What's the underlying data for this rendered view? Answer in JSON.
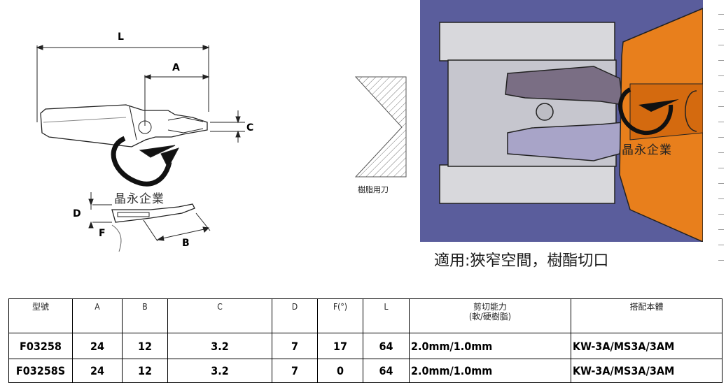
{
  "drawing": {
    "dim_labels": {
      "L": "L",
      "A": "A",
      "C": "C",
      "D": "D",
      "F": "F",
      "B": "B"
    },
    "watermark": "晶永企業"
  },
  "resin_section": {
    "caption": "樹脂用刀"
  },
  "render": {
    "watermark": "晶永企業",
    "bg_color": "#5a5d9c",
    "body_color": "#e87f1c"
  },
  "usage_text": "適用:狹窄空間，樹酯切口",
  "table": {
    "headers": [
      "型號",
      "A",
      "B",
      "C",
      "D",
      "F(°)",
      "L",
      "剪切能力\n(軟/硬樹脂)",
      "搭配本體"
    ],
    "rows": [
      [
        "F03258",
        "24",
        "12",
        "3.2",
        "7",
        "17",
        "64",
        "2.0mm/1.0mm",
        "KW-3A/MS3A/3AM"
      ],
      [
        "F03258S",
        "24",
        "12",
        "3.2",
        "7",
        "0",
        "64",
        "2.0mm/1.0mm",
        "KW-3A/MS3A/3AM"
      ]
    ]
  }
}
